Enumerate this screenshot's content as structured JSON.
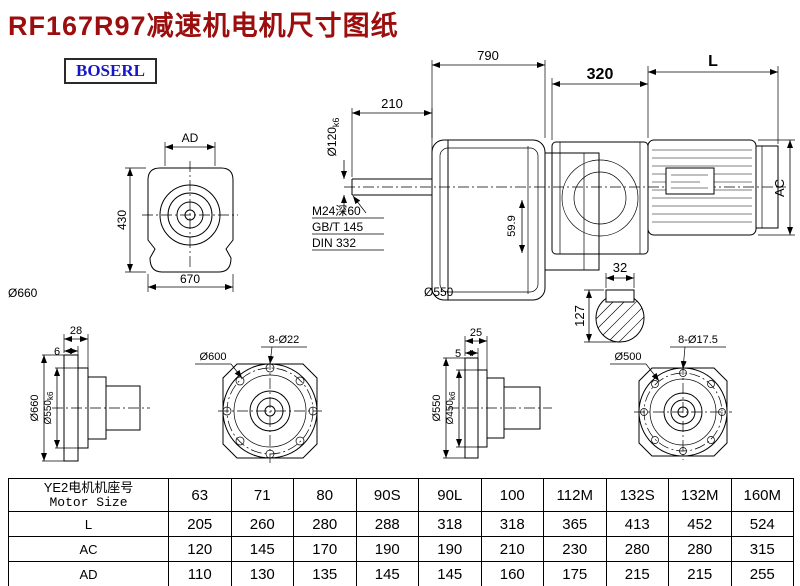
{
  "page": {
    "title": "RF167R97减速机电机尺寸图纸",
    "brand": "BOSERL"
  },
  "dims": {
    "front": {
      "ad": "AD",
      "h": "430",
      "w": "670",
      "flange": "Ø660"
    },
    "side": {
      "len": "790",
      "shaft_len": "210",
      "shaft_d": "Ø120",
      "shaft_tol": "k6",
      "note1": "M24深60",
      "note2": "GB/T 145",
      "note3": "DIN 332",
      "dim599": "59.9",
      "flange": "Ø550"
    },
    "motor": {
      "adapter": "320",
      "len": "L",
      "ac": "AC",
      "key_w": "32",
      "key_h": "127"
    },
    "fl_a": {
      "d28": "28",
      "d6": "6",
      "od": "Ø660",
      "pd": "Ø550",
      "ptol": "k6"
    },
    "bc_a": {
      "dia": "Ø600",
      "holes": "8-Ø22"
    },
    "fl_b": {
      "d25": "25",
      "d5": "5",
      "od": "Ø550",
      "pd": "Ø450",
      "ptol": "k6"
    },
    "bc_b": {
      "dia": "Ø500",
      "holes": "8-Ø17.5"
    }
  },
  "table": {
    "header_cn": "YE2电机机座号",
    "header_en": "Motor Size",
    "columns": [
      "63",
      "71",
      "80",
      "90S",
      "90L",
      "100",
      "112M",
      "132S",
      "132M",
      "160M"
    ],
    "rows": [
      {
        "label": "L",
        "values": [
          "205",
          "260",
          "280",
          "288",
          "318",
          "318",
          "365",
          "413",
          "452",
          "524"
        ]
      },
      {
        "label": "AC",
        "values": [
          "120",
          "145",
          "170",
          "190",
          "190",
          "210",
          "230",
          "280",
          "280",
          "315"
        ]
      },
      {
        "label": "AD",
        "values": [
          "110",
          "130",
          "135",
          "145",
          "145",
          "160",
          "175",
          "215",
          "215",
          "255"
        ]
      }
    ]
  }
}
